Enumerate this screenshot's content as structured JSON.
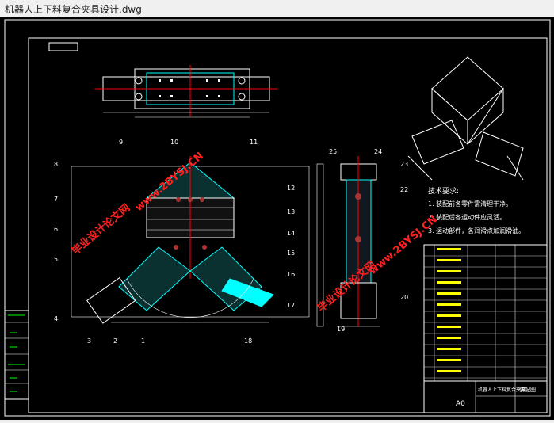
{
  "window": {
    "title": "机器人上下料复合夹具设计.dwg"
  },
  "drawing": {
    "title_block": {
      "name": "机器人上下料复合夹具",
      "sheet_size": "A0",
      "label": "装配图"
    },
    "tech_requirements": {
      "heading": "技术要求:",
      "items": [
        "1. 装配前各零件需清理干净。",
        "2. 装配后各运动件应灵活。",
        "3. 运动部件，各润滑点加润滑油。"
      ]
    },
    "watermarks": [
      "毕业设计论文网",
      "www.2BYSJ.CN"
    ],
    "part_labels": [
      "1",
      "2",
      "3",
      "4",
      "5",
      "6",
      "7",
      "8",
      "9",
      "10",
      "11",
      "12",
      "13",
      "14",
      "15",
      "16",
      "17",
      "18",
      "19",
      "20",
      "22",
      "23",
      "24",
      "25"
    ],
    "colors": {
      "background": "#000000",
      "line": "#ffffff",
      "cyan": "#00ffff",
      "red": "#ff0000",
      "yellow": "#ffff00",
      "green": "#00ff00",
      "magenta": "#ff00ff",
      "watermark": "#ff2020"
    }
  }
}
